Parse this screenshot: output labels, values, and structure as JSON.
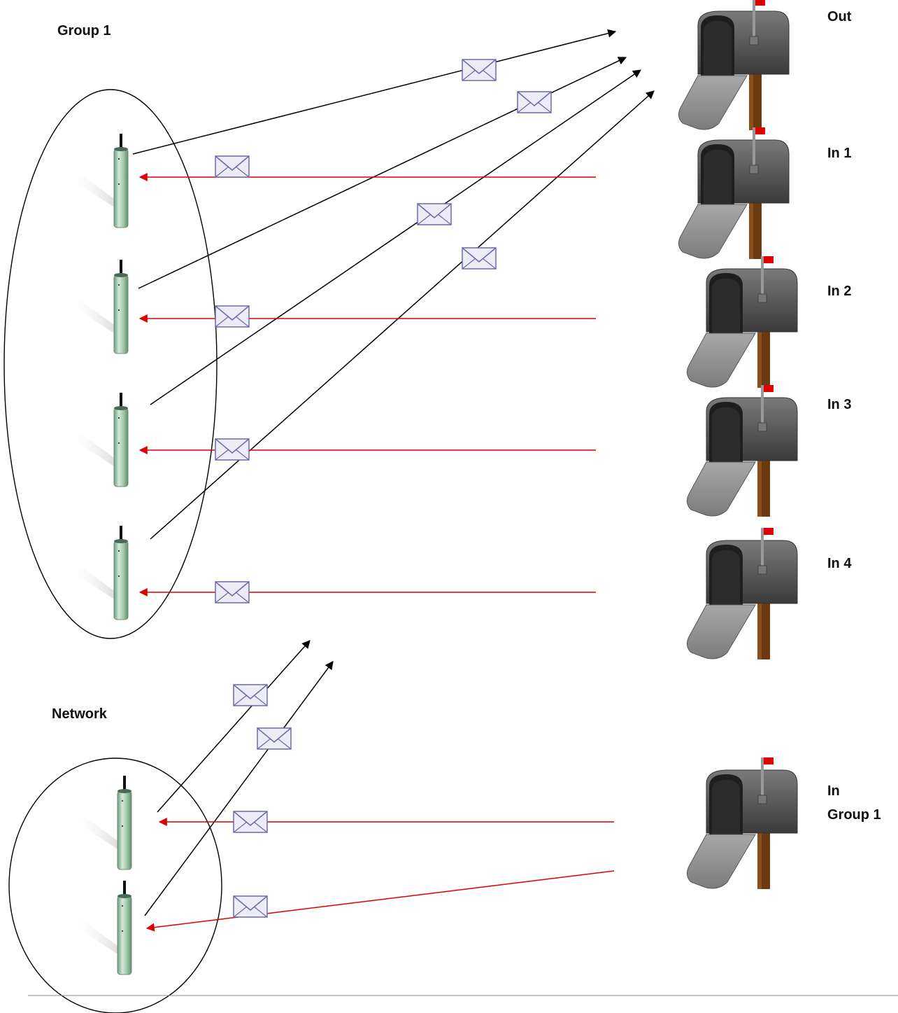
{
  "labels": {
    "group1": "Group 1",
    "network": "Network",
    "out": "Out",
    "in1": "In 1",
    "in2": "In 2",
    "in3": "In 3",
    "in4": "In 4",
    "in_group1_line1": "In",
    "in_group1_line2": "Group 1"
  },
  "colors": {
    "outgoing_arrow": "#000000",
    "incoming_arrow": "#e00000",
    "envelope_fill": "#ecebf6",
    "envelope_stroke": "#6b6aa8",
    "mailbox_body": "#555555",
    "mailbox_flag": "#e00000",
    "post": "#6b3a10",
    "sensor": "#9ec3a8",
    "group_outline": "#000000",
    "baseline": "#888888"
  },
  "icons": {
    "sensor": "sensor-node-icon",
    "mailbox": "mailbox-icon",
    "envelope": "envelope-icon"
  }
}
